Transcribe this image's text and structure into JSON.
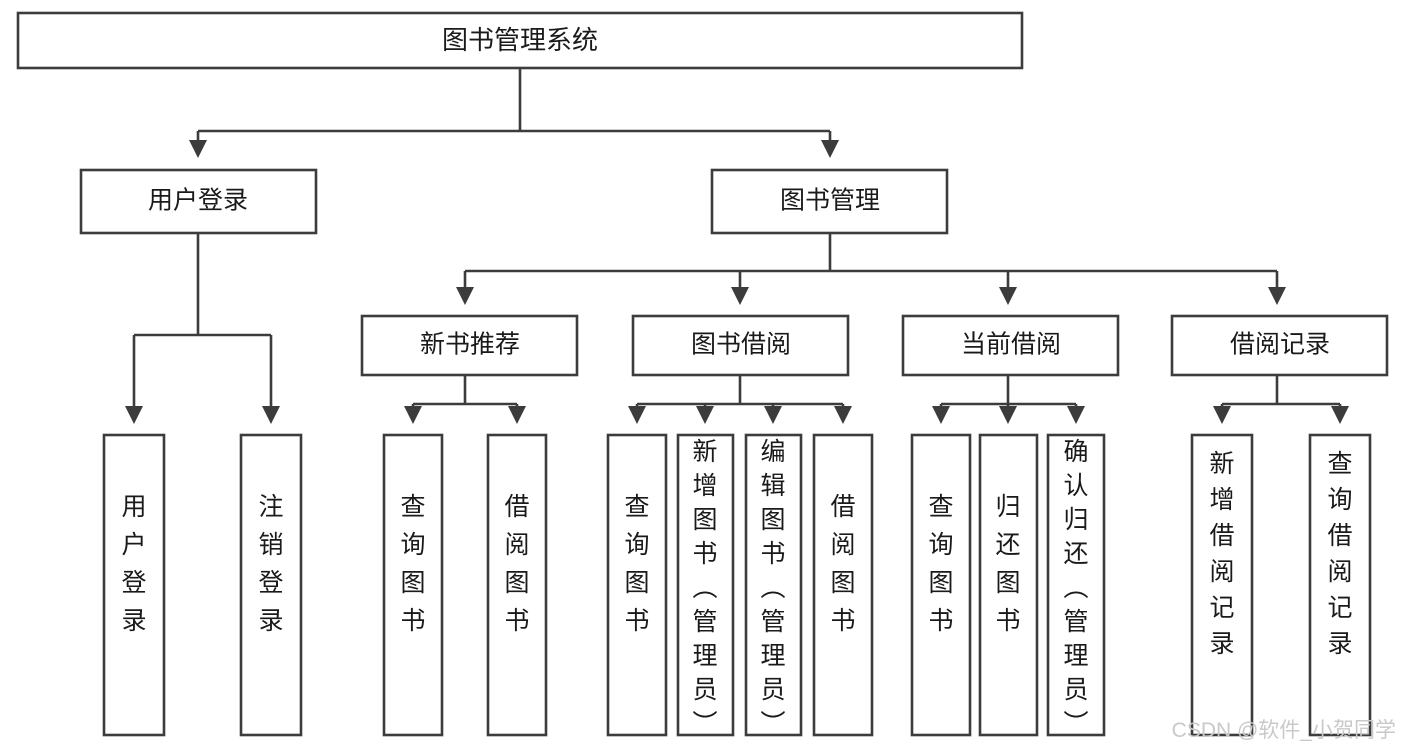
{
  "diagram": {
    "title": "图书管理系统",
    "type": "tree-hierarchy-chart",
    "root": {
      "id": "root",
      "label": "图书管理系统"
    },
    "level2": [
      {
        "id": "user-login",
        "label": "用户登录"
      },
      {
        "id": "book-manage",
        "label": "图书管理"
      }
    ],
    "level3": [
      {
        "id": "new-book-recommend",
        "label": "新书推荐"
      },
      {
        "id": "book-borrow",
        "label": "图书借阅"
      },
      {
        "id": "current-borrow",
        "label": "当前借阅"
      },
      {
        "id": "borrow-record",
        "label": "借阅记录"
      }
    ],
    "leaves": {
      "user_login": [
        {
          "id": "leaf-user-login",
          "label": "用户登录"
        },
        {
          "id": "leaf-logout-login",
          "label": "注销登录"
        }
      ],
      "new_book_recommend": [
        {
          "id": "leaf-query-book-1",
          "label": "查询图书"
        },
        {
          "id": "leaf-borrow-book-1",
          "label": "借阅图书"
        }
      ],
      "book_borrow": [
        {
          "id": "leaf-query-book-2",
          "label": "查询图书"
        },
        {
          "id": "leaf-add-book-admin",
          "label": "新增图书（管理员）"
        },
        {
          "id": "leaf-edit-book-admin",
          "label": "编辑图书（管理员）"
        },
        {
          "id": "leaf-borrow-book-2",
          "label": "借阅图书"
        }
      ],
      "current_borrow": [
        {
          "id": "leaf-query-book-3",
          "label": "查询图书"
        },
        {
          "id": "leaf-return-book",
          "label": "归还图书"
        },
        {
          "id": "leaf-confirm-return-admin",
          "label": "确认归还（管理员）"
        }
      ],
      "borrow_record": [
        {
          "id": "leaf-add-borrow-record",
          "label": "新增借阅记录"
        },
        {
          "id": "leaf-query-borrow-record",
          "label": "查询借阅记录"
        }
      ]
    }
  },
  "watermark": {
    "text": "CSDN @软件_小贺同学"
  },
  "colors": {
    "background": "#ffffff",
    "box_stroke": "#3c3c3c",
    "box_fill": "#ffffff",
    "text": "#1a1a1a",
    "watermark": "#c9c9c9"
  }
}
